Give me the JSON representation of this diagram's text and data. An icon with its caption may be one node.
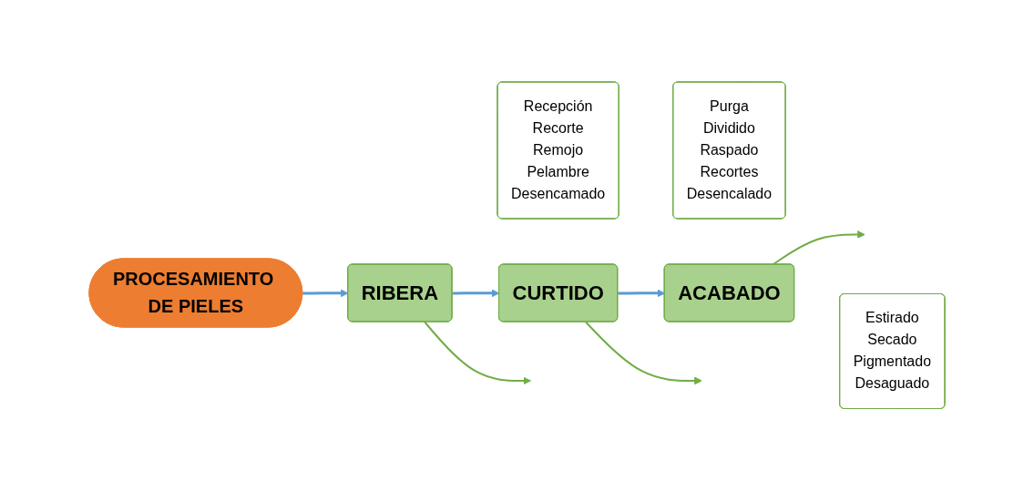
{
  "diagram": {
    "nodes": [
      {
        "text": [
          "PROCESAMIENTO DE PIELES"
        ]
      },
      {
        "text": [
          "RIBERA"
        ]
      },
      {
        "text": [
          "Recepción",
          "Recorte",
          "Remojo",
          "Pelambre",
          "Desencamado"
        ]
      },
      {
        "text": [
          "CURTIDO"
        ]
      },
      {
        "text": [
          "Purga",
          "Dividido",
          "Raspado",
          "Recortes",
          "Desencalado"
        ]
      },
      {
        "text": [
          "ACABADO"
        ]
      },
      {
        "text": [
          "Estirado",
          "Secado",
          "Pigmentado",
          "Desaguado"
        ]
      }
    ],
    "edges": [
      {
        "from": 0,
        "to": 1,
        "arrow": "to"
      },
      {
        "from": 1,
        "to": 3,
        "arrow": "to"
      },
      {
        "from": 3,
        "to": 5,
        "arrow": "to"
      },
      {
        "from": 1,
        "to": null,
        "arrow": "to",
        "color": "#70ad47"
      },
      {
        "from": 3,
        "to": null,
        "arrow": "to",
        "color": "#70ad47"
      },
      {
        "from": 5,
        "to": null,
        "arrow": "to",
        "color": "#70ad47"
      }
    ]
  }
}
